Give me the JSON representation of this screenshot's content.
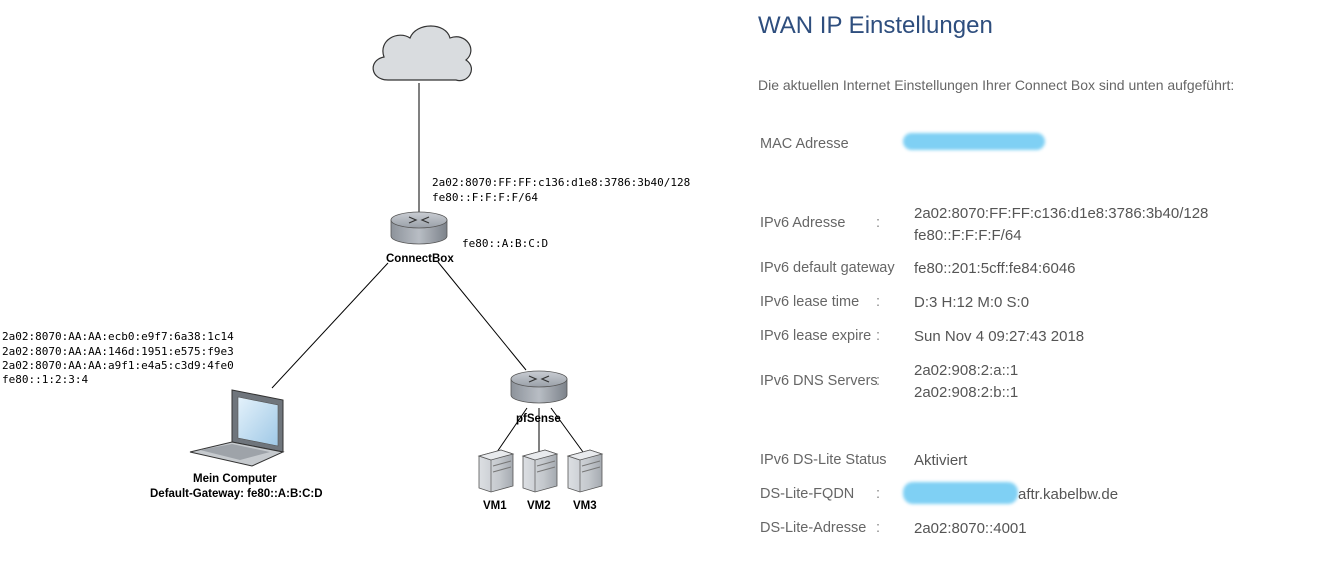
{
  "diagram": {
    "internet_icon": "cloud-icon",
    "connectbox": {
      "name": "ConnectBox",
      "wan_lines": [
        "2a02:8070:FF:FF:c136:d1e8:3786:3b40/128",
        "fe80::F:F:F:F/64"
      ],
      "lan": "fe80::A:B:C:D"
    },
    "computer": {
      "name": "Mein Computer",
      "gateway": "Default-Gateway: fe80::A:B:C:D",
      "addresses": [
        "2a02:8070:AA:AA:ecb0:e9f7:6a38:1c14",
        "2a02:8070:AA:AA:146d:1951:e575:f9e3",
        "2a02:8070:AA:AA:a9f1:e4a5:c3d9:4fe0",
        "fe80::1:2:3:4"
      ]
    },
    "pfsense": {
      "name": "pfSense"
    },
    "vms": [
      "VM1",
      "VM2",
      "VM3"
    ]
  },
  "panel": {
    "title": "WAN IP Einstellungen",
    "intro": "Die aktuellen Internet Einstellungen Ihrer Connect Box sind unten aufgeführt:",
    "mac": {
      "label": "MAC Adresse"
    },
    "ipv6_address": {
      "label": "IPv6 Adresse",
      "sep": ":",
      "values": [
        "2a02:8070:FF:FF:c136:d1e8:3786:3b40/128",
        "fe80::F:F:F:F/64"
      ]
    },
    "ipv6_gateway": {
      "label": "IPv6 default gateway",
      "sep": ":",
      "value": "fe80::201:5cff:fe84:6046"
    },
    "ipv6_lease_time": {
      "label": "IPv6 lease time",
      "sep": ":",
      "value": "D:3 H:12 M:0 S:0"
    },
    "ipv6_lease_expire": {
      "label": "IPv6 lease expire",
      "sep": ":",
      "value": "Sun Nov 4 09:27:43 2018"
    },
    "ipv6_dns": {
      "label": "IPv6 DNS Servers",
      "sep": ":",
      "values": [
        "2a02:908:2:a::1",
        "2a02:908:2:b::1"
      ]
    },
    "dslite_status": {
      "label": "IPv6 DS-Lite Status",
      "sep": ":",
      "value": "Aktiviert"
    },
    "dslite_fqdn": {
      "label": "DS-Lite-FQDN",
      "sep": ":",
      "value": "aftr.kabelbw.de"
    },
    "dslite_address": {
      "label": "DS-Lite-Adresse",
      "sep": ":",
      "value": "2a02:8070::4001"
    }
  },
  "colors": {
    "title": "#2e4e7e",
    "redaction": "#7fd0f4"
  }
}
